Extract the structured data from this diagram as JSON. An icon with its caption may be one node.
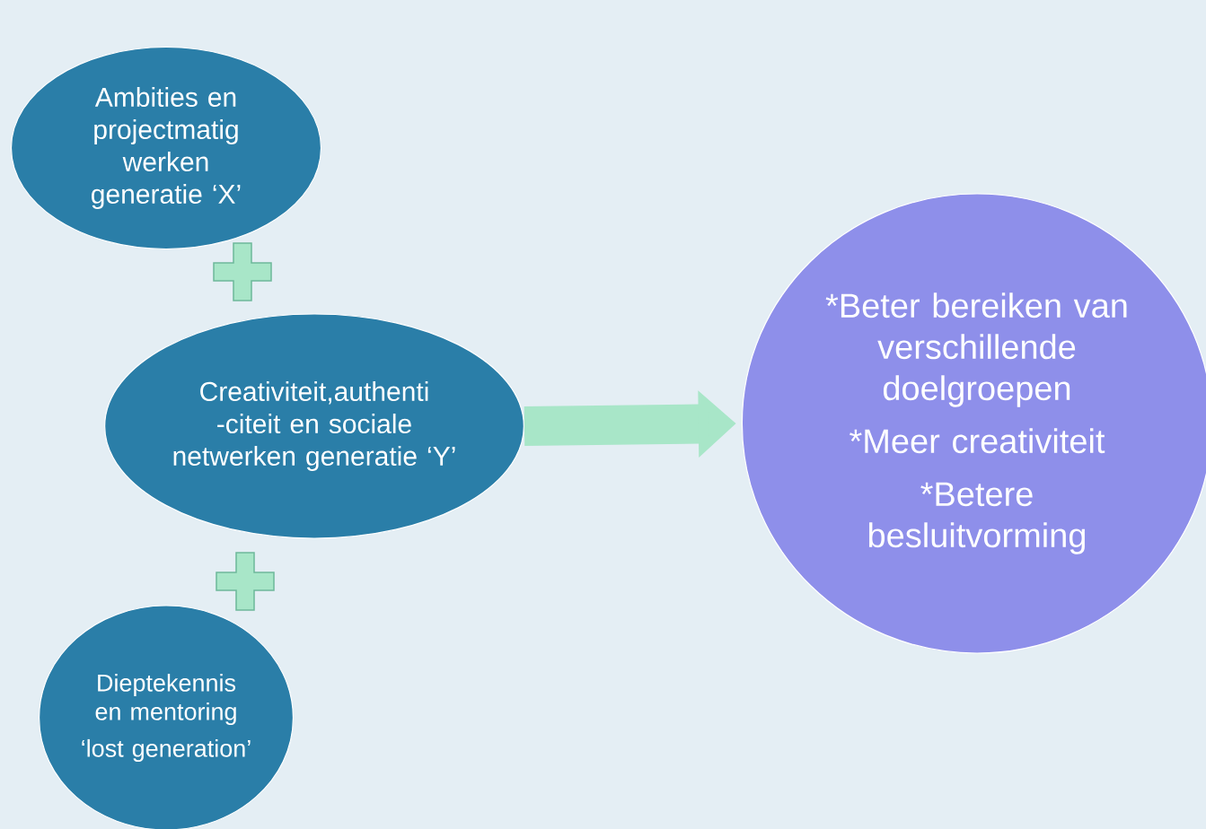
{
  "diagram": {
    "nodes": [
      {
        "text": [
          "Ambities en projectmatig werken generatie ‘X’"
        ]
      },
      {
        "text": [
          "Creativiteit,authenti -citeit en sociale netwerken generatie ‘Y’"
        ]
      },
      {
        "text": [
          "Dieptekennis en mentoring",
          "‘lost generation’"
        ]
      },
      {
        "text": [
          "*Beter bereiken van verschillende doelgroepen",
          "*Meer creativiteit",
          "*Betere besluitvorming"
        ]
      }
    ],
    "edges": [
      {
        "from": 1,
        "to": 3,
        "arrow": "to"
      }
    ]
  }
}
